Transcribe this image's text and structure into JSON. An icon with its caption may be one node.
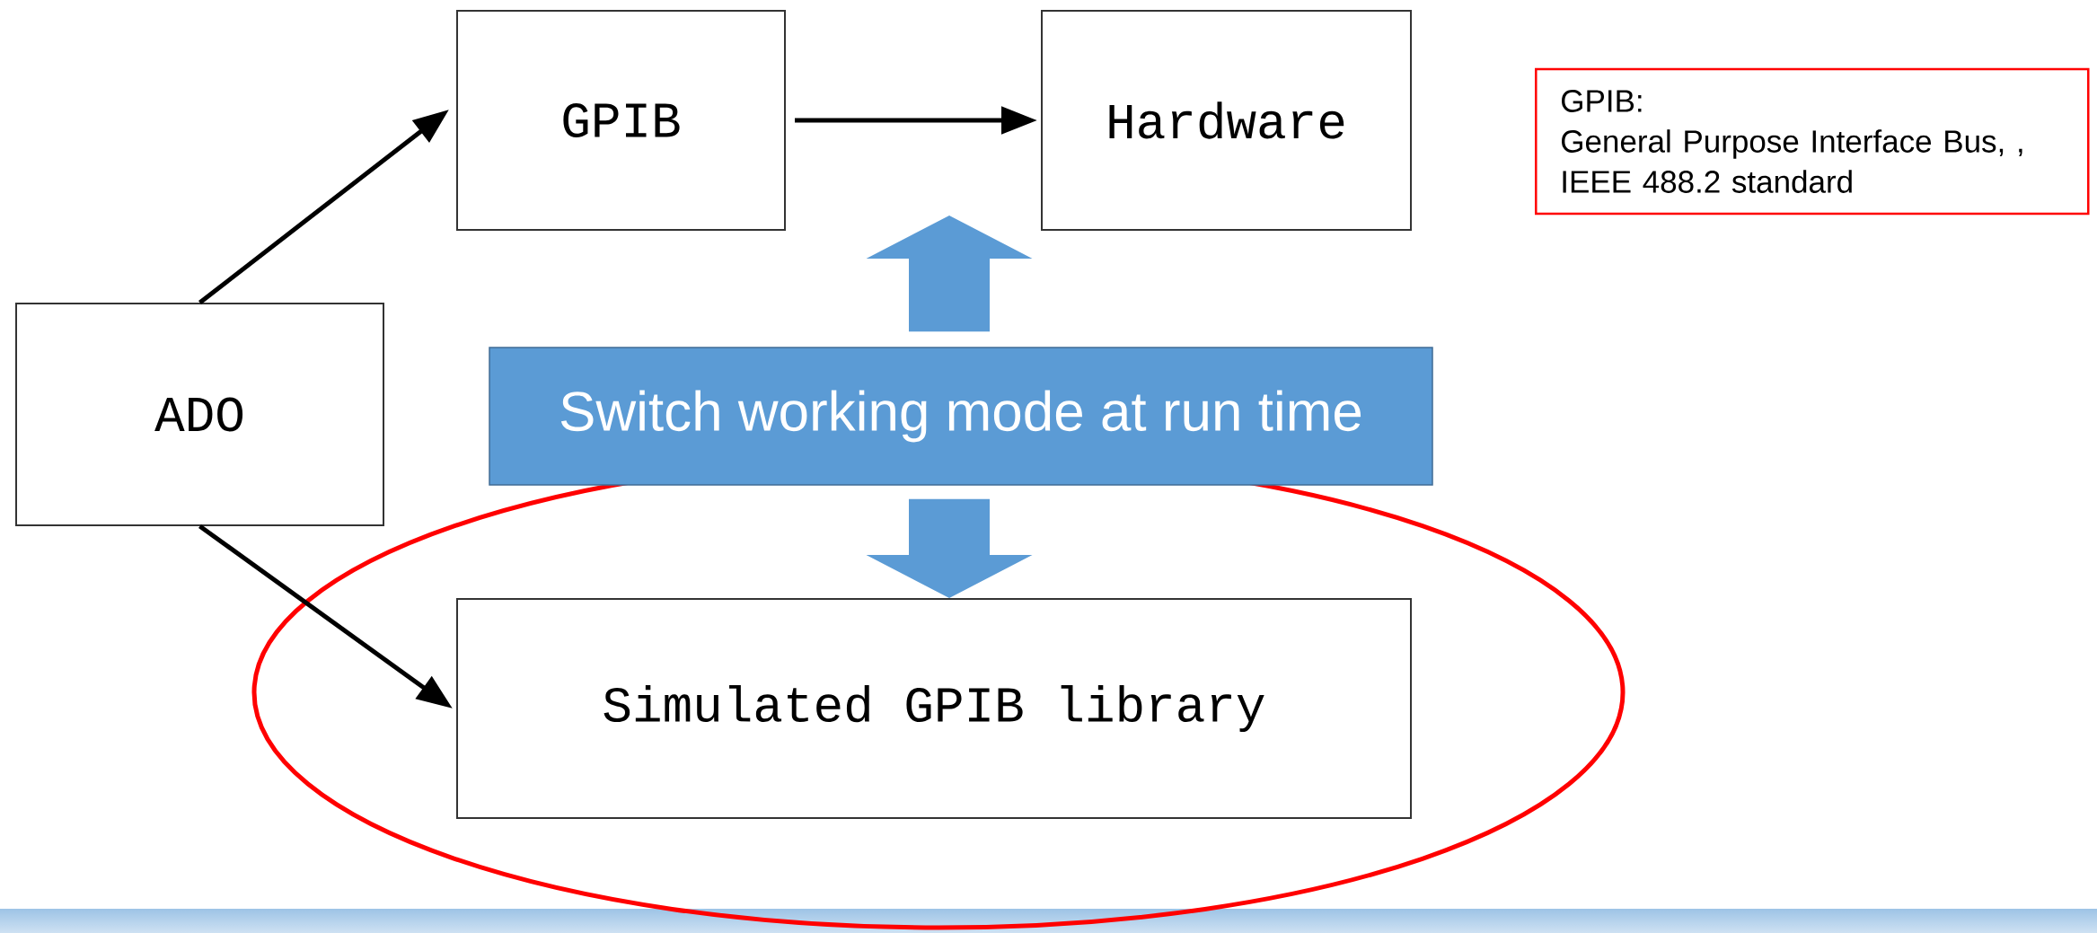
{
  "diagram": {
    "nodes": [
      {
        "text": [
          "ADO"
        ]
      },
      {
        "text": [
          "GPIB"
        ]
      },
      {
        "text": [
          "Hardware"
        ]
      },
      {
        "text": [
          "Simulated GPIB library"
        ]
      },
      {
        "text": [
          "Switch working mode at run time"
        ]
      },
      {
        "text": [
          "GPIB:",
          "General Purpose Interface Bus, , IEEE 488.2 standard"
        ]
      }
    ],
    "edges": [
      {
        "from": 0,
        "to": 1,
        "arrow": "to"
      },
      {
        "from": 1,
        "to": 2,
        "arrow": "to"
      },
      {
        "from": 0,
        "to": 3,
        "arrow": "to"
      },
      {
        "from": 4,
        "to": 2,
        "arrow": "to",
        "style": "thick",
        "color": "#5b9bd5"
      },
      {
        "from": 4,
        "to": 3,
        "arrow": "to",
        "style": "thick",
        "color": "#5b9bd5"
      }
    ]
  }
}
